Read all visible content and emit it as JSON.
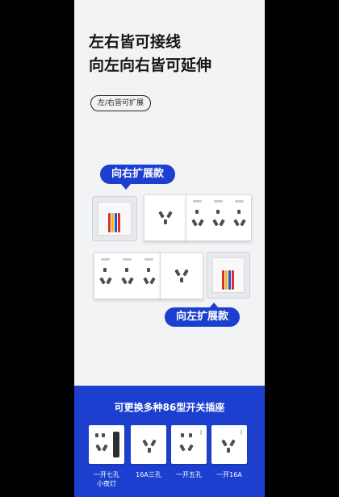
{
  "headline": {
    "line1": "左右皆可接线",
    "line2": "向左向右皆可延伸"
  },
  "expand_pill": "左/右皆可扩展",
  "right_expand_label": "向右扩展款",
  "left_expand_label": "向左扩展款",
  "bottom": {
    "title": "可更换多种86型开关插座",
    "cards": [
      {
        "label": "一开七孔\n小夜灯"
      },
      {
        "label": "16A三孔"
      },
      {
        "label": "一开五孔"
      },
      {
        "label": "一开16A"
      }
    ]
  },
  "colors": {
    "accent": "#1c3fcf",
    "panel": "#f2f3f5",
    "wire_red": "#d8322a",
    "wire_yellow": "#f0b820",
    "wire_blue": "#2a4fd0"
  }
}
